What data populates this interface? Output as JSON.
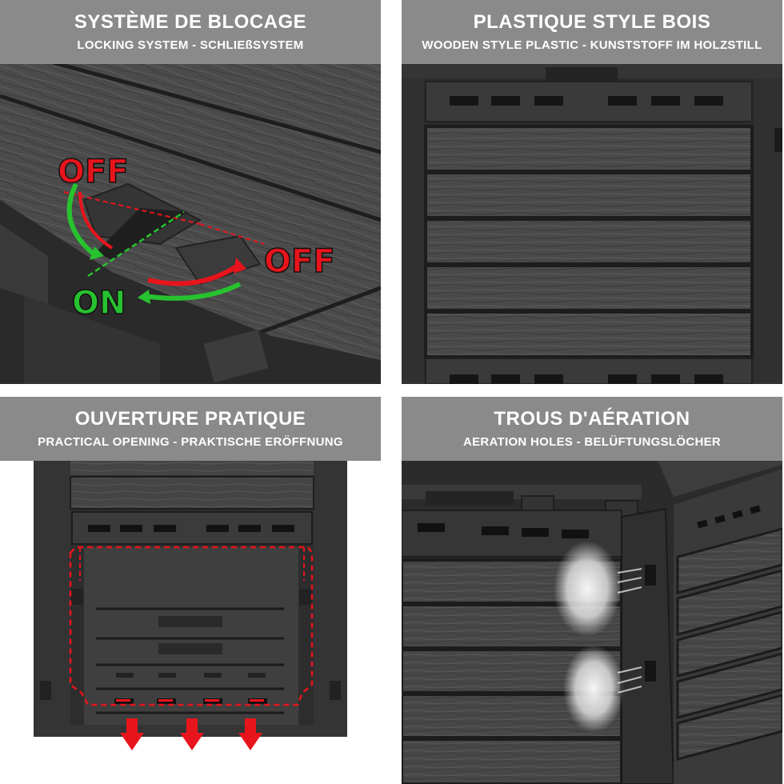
{
  "panels": [
    {
      "title": "SYSTÈME DE BLOCAGE",
      "subtitle": "LOCKING SYSTEM - SCHLIEßSYSTEM",
      "labels": {
        "off_top": "OFF",
        "off_right": "OFF",
        "on": "ON"
      }
    },
    {
      "title": "PLASTIQUE STYLE BOIS",
      "subtitle": "WOODEN STYLE PLASTIC - KUNSTSTOFF IM HOLZSTILL"
    },
    {
      "title": "OUVERTURE PRATIQUE",
      "subtitle": "PRACTICAL OPENING - PRAKTISCHE ERÖFFNUNG"
    },
    {
      "title": "TROUS D'AÉRATION",
      "subtitle": "AERATION HOLES - BELÜFTUNGSLÖCHER"
    }
  ],
  "colors": {
    "header_bg": "#8a8a8a",
    "plastic_dark": "#2e2e2e",
    "plank": "#4a4a4a",
    "off_red": "#e8141c",
    "on_green": "#27c22f",
    "arrow_red": "#e8141c"
  },
  "icons": [
    "curved-arrow-icon",
    "down-arrow-icon",
    "air-flow-icon"
  ]
}
